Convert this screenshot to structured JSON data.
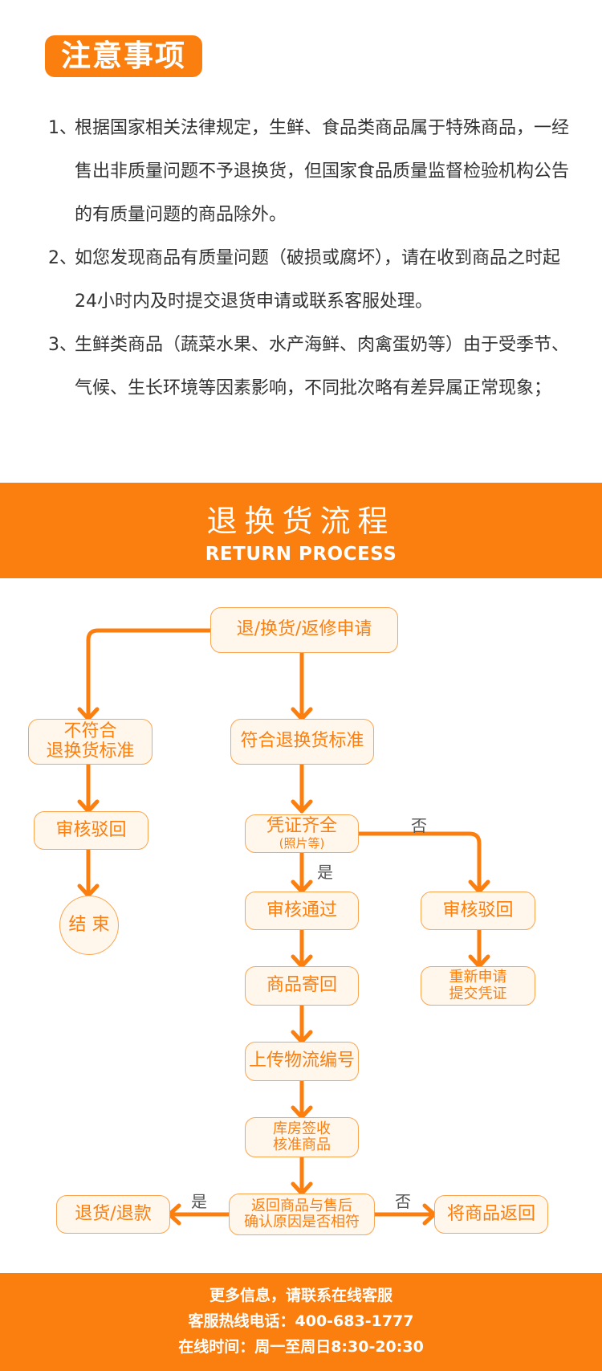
{
  "notice": {
    "title": "注意事项",
    "items": [
      {
        "num": "1、",
        "text": "根据国家相关法律规定，生鲜、食品类商品属于特殊商品，一经售出非质量问题不予退换货，但国家食品质量监督检验机构公告的有质量问题的商品除外。"
      },
      {
        "num": "2、",
        "text": "如您发现商品有质量问题（破损或腐坏），请在收到商品之时起24小时内及时提交退货申请或联系客服处理。"
      },
      {
        "num": "3、",
        "text": "生鲜类商品（蔬菜水果、水产海鲜、肉禽蛋奶等）由于受季节、气候、生长环境等因素影响，不同批次略有差异属正常现象；"
      }
    ]
  },
  "banner": {
    "title_zh": "退换货流程",
    "title_en": "RETURN PROCESS"
  },
  "flow": {
    "nodes": {
      "apply": "退/换货/返修申请",
      "not_meet_1": "不符合",
      "not_meet_2": "退换货标准",
      "meet": "符合退换货标准",
      "reject_left": "审核驳回",
      "end": "结 束",
      "proof_1": "凭证齐全",
      "proof_2": "(照片等)",
      "pass": "审核通过",
      "reject_right": "审核驳回",
      "resubmit_1": "重新申请",
      "resubmit_2": "提交凭证",
      "send_back": "商品寄回",
      "upload": "上传物流编号",
      "warehouse_1": "库房签收",
      "warehouse_2": "核准商品",
      "confirm_1": "返回商品与售后",
      "confirm_2": "确认原因是否相符",
      "refund": "退货/退款",
      "return_goods": "将商品返回"
    },
    "labels": {
      "no_top": "否",
      "yes_mid": "是",
      "yes_bottom": "是",
      "no_bottom": "否"
    }
  },
  "footer": {
    "line1": "更多信息，请联系在线客服",
    "line2": "客服热线电话：400-683-1777",
    "line3": "在线时间：周一至周日8:30-20:30"
  },
  "colors": {
    "accent": "#fb7f0f",
    "node_fill": "#fff6ec",
    "node_border": "#fba54f"
  }
}
